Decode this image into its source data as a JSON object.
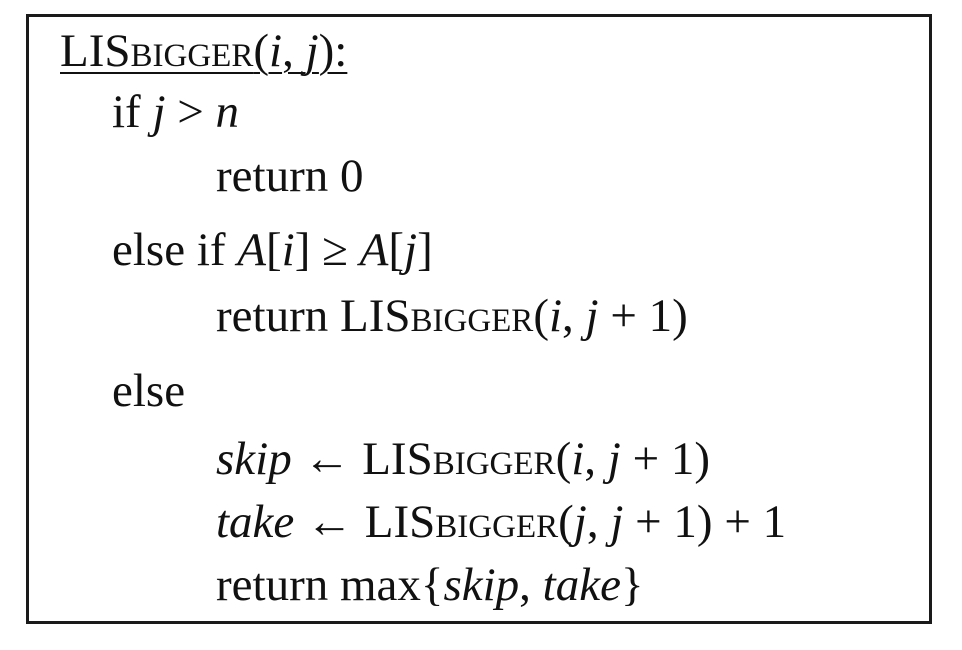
{
  "algorithm": {
    "name": "LISBIGGER",
    "name_upper": "LIS",
    "name_small": "bigger",
    "heading": {
      "open": "(",
      "arg1": "i",
      "comma": ", ",
      "arg2": "j",
      "close": "):"
    },
    "lines": {
      "if_kw": "if ",
      "if_j": "j",
      "if_gt": " > ",
      "if_n": "n",
      "return0": "return 0",
      "elseif_kw": "else if ",
      "elseif_A1": "A",
      "elseif_open1": "[",
      "elseif_i": "i",
      "elseif_close1": "]",
      "elseif_geq": " ≥ ",
      "elseif_A2": "A",
      "elseif_open2": "[",
      "elseif_j": "j",
      "elseif_close2": "]",
      "return_kw": "return ",
      "call1_open": "(",
      "call1_i": "i",
      "call1_comma": ", ",
      "call1_j": "j",
      "call1_rest": " + 1)",
      "else_kw": "else",
      "skip_var": "skip",
      "assign": " ← ",
      "call2_open": "(",
      "call2_i": "i",
      "call2_comma": ", ",
      "call2_j": "j",
      "call2_rest": " + 1)",
      "take_var": "take",
      "call3_open": "(",
      "call3_j1": "j",
      "call3_comma": ", ",
      "call3_j2": "j",
      "call3_rest": " + 1) + 1",
      "return_max": "return max{",
      "max_skip": "skip",
      "max_comma": ", ",
      "max_take": "take",
      "max_close": "}"
    }
  }
}
